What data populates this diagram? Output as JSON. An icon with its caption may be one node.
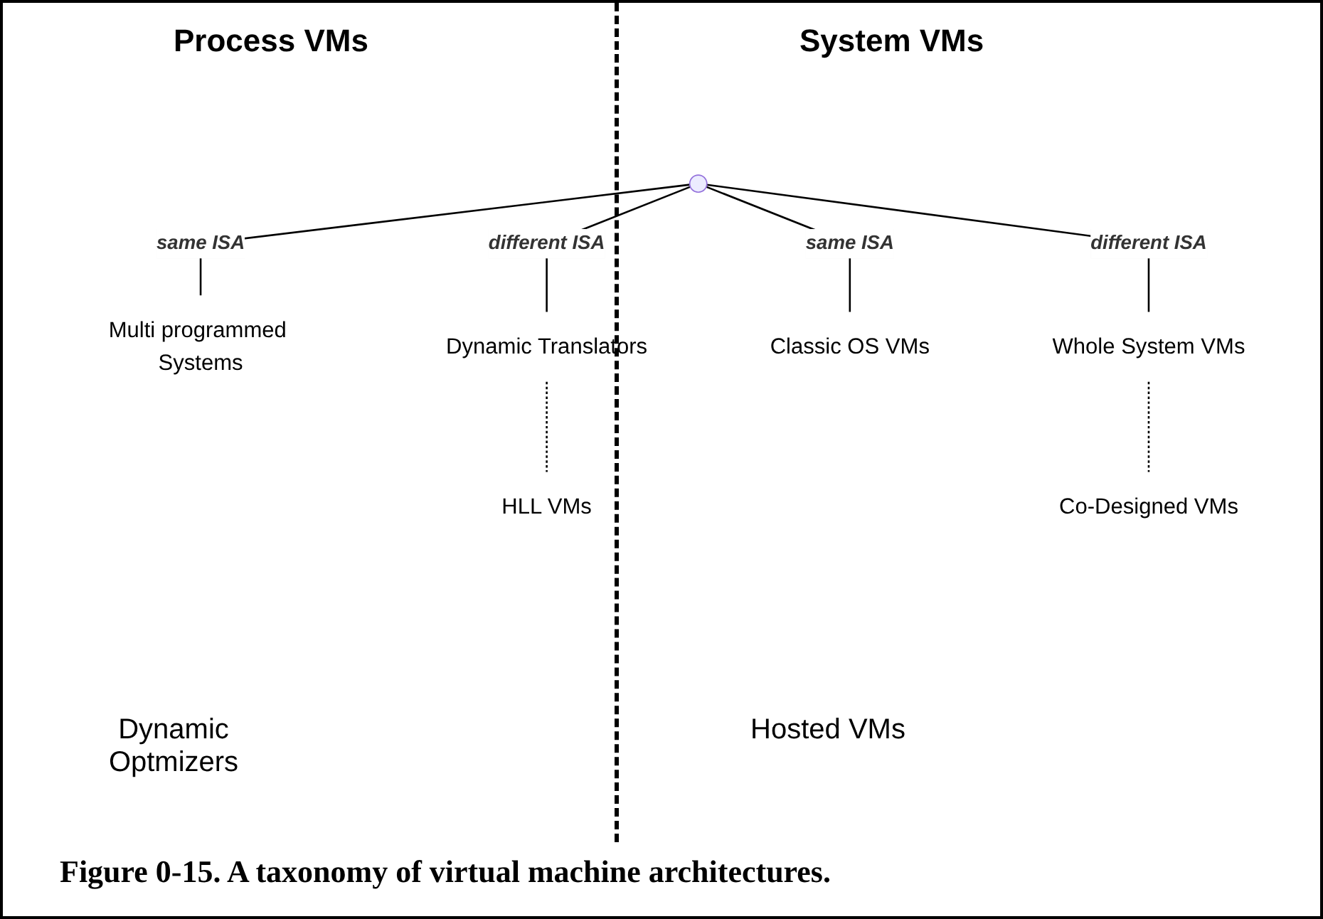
{
  "diagram": {
    "caption": "Figure 0-15. A taxonomy of virtual machine architectures.",
    "nodes": [
      {
        "text": [],
        "shape": "point"
      },
      {
        "text": [
          "Multi programmed Systems"
        ]
      },
      {
        "text": [
          "Dynamic Translators"
        ]
      },
      {
        "text": [
          "HLL VMs"
        ]
      },
      {
        "text": [
          "Classic OS VMs"
        ]
      },
      {
        "text": [
          "Whole System VMs"
        ]
      },
      {
        "text": [
          "Co-Designed VMs"
        ]
      }
    ],
    "edges": [
      {
        "from": 0,
        "to": 1,
        "arrow": "none",
        "label": "same ISA"
      },
      {
        "from": 0,
        "to": 2,
        "arrow": "none",
        "label": "different ISA"
      },
      {
        "from": 0,
        "to": 4,
        "arrow": "none",
        "label": "same ISA"
      },
      {
        "from": 0,
        "to": 5,
        "arrow": "none",
        "label": "different ISA"
      },
      {
        "from": 2,
        "to": 3,
        "arrow": "none",
        "style": "dashed"
      },
      {
        "from": 5,
        "to": 6,
        "arrow": "none",
        "style": "dashed"
      }
    ],
    "labels": [
      "Process VMs",
      "System VMs",
      "Dynamic Optmizers",
      "Hosted VMs"
    ]
  }
}
